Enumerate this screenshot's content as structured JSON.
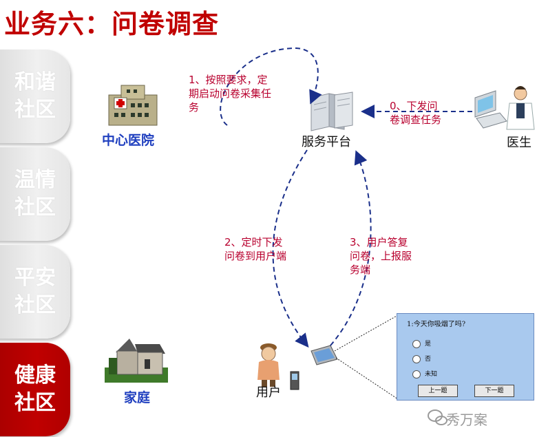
{
  "title": "业务六：问卷调查",
  "side_tabs": [
    {
      "label": "和谐社区",
      "active": false
    },
    {
      "label": "温情社区",
      "active": false
    },
    {
      "label": "平安社区",
      "active": false
    },
    {
      "label": "健康社区",
      "active": true
    }
  ],
  "nodes": {
    "hospital": "中心医院",
    "platform": "服务平台",
    "doctor": "医生",
    "home": "家庭",
    "user": "用户"
  },
  "steps": {
    "step0": [
      "0、下发问",
      "卷调查任务"
    ],
    "step1": [
      "1、按照要求，定",
      "期启动问卷采集任",
      "务"
    ],
    "step2": [
      "2、定时下发",
      "问卷到用户端"
    ],
    "step3": [
      "3、用户答复",
      "问卷，上报服",
      "务端"
    ]
  },
  "survey": {
    "question": "1:今天你吸烟了吗?",
    "options": [
      "是",
      "否",
      "未知"
    ],
    "prev_button": "上一题",
    "next_button": "下一题"
  },
  "watermark": "秀万案",
  "colors": {
    "accent": "#c00000",
    "node_label": "#1f3fbf",
    "step_text": "#b8002e",
    "arrow": "#1a2f8a"
  }
}
